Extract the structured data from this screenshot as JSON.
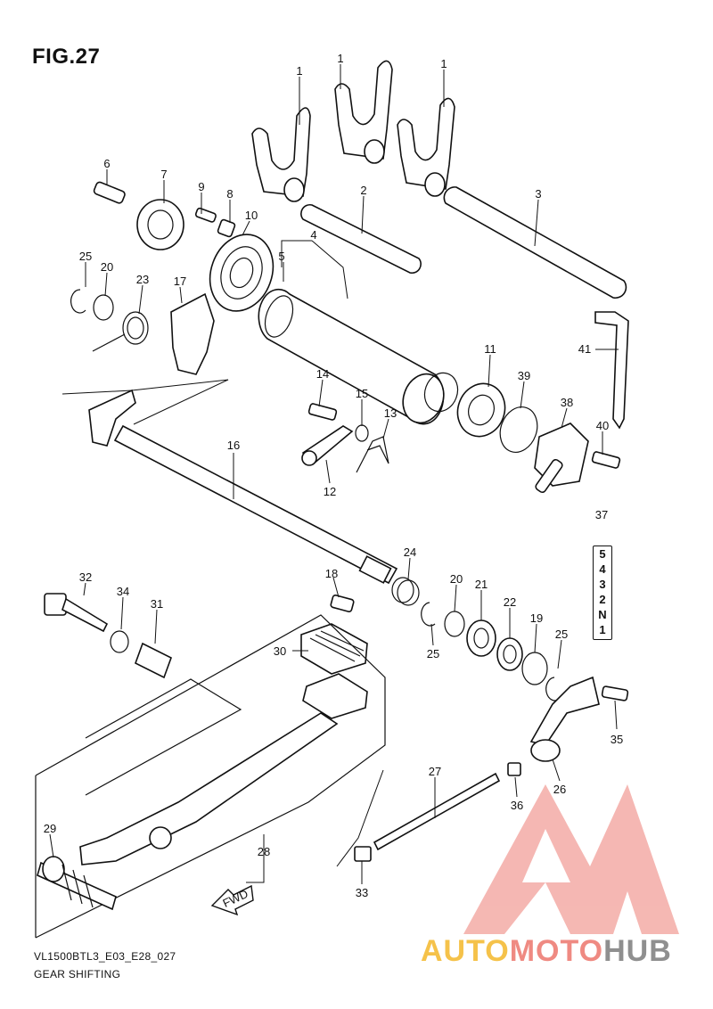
{
  "figure": {
    "title": "FIG.27",
    "code": "VL1500BTL3_E03_E28_027",
    "name": "GEAR SHIFTING",
    "fwd_label": "FWD"
  },
  "gear_indicator": {
    "label": "37",
    "gears": [
      "5",
      "4",
      "3",
      "2",
      "N",
      "1"
    ]
  },
  "callouts": [
    "1",
    "1",
    "1",
    "2",
    "3",
    "4",
    "5",
    "6",
    "7",
    "8",
    "9",
    "10",
    "11",
    "12",
    "13",
    "14",
    "15",
    "16",
    "17",
    "18",
    "19",
    "20",
    "20",
    "21",
    "22",
    "23",
    "24",
    "25",
    "25",
    "25",
    "26",
    "27",
    "28",
    "29",
    "30",
    "31",
    "32",
    "33",
    "34",
    "35",
    "36",
    "38",
    "39",
    "40",
    "41"
  ],
  "watermark": {
    "part1": "AUTO",
    "part2": "MOTO",
    "part3": "HUB",
    "color_a": "#f5c24a",
    "color_b": "#ef8a82",
    "color_c": "#8f8f8f"
  }
}
